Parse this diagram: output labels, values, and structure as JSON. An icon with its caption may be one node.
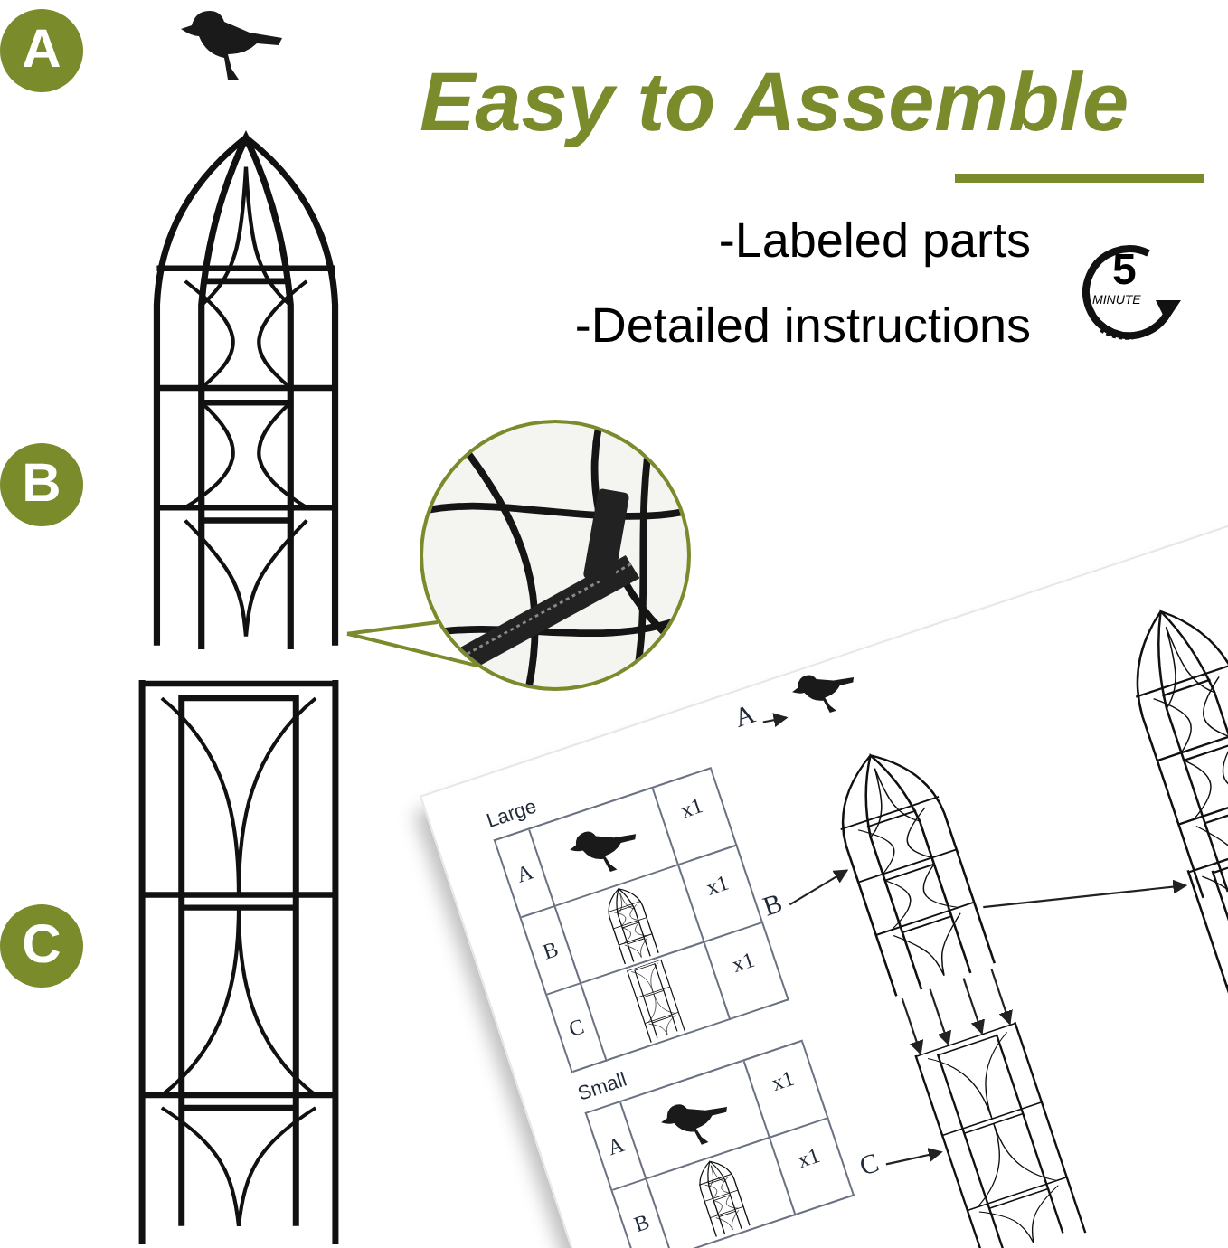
{
  "diagram": {
    "title": "Easy to Assemble",
    "nodes": [
      {
        "text": [
          "A"
        ]
      },
      {
        "text": [
          "B"
        ]
      },
      {
        "text": [
          "C"
        ]
      },
      {
        "text": [],
        "shape": "picture"
      },
      {
        "text": [],
        "shape": "picture"
      },
      {
        "text": [],
        "shape": "picture"
      },
      {
        "text": [],
        "shape": "circle"
      },
      {
        "text": [
          "A"
        ]
      },
      {
        "text": [
          "B"
        ]
      },
      {
        "text": [
          "C"
        ]
      },
      {
        "text": [],
        "shape": "picture"
      },
      {
        "text": [],
        "shape": "picture"
      },
      {
        "text": [],
        "shape": "picture"
      },
      {
        "text": [],
        "shape": "picture"
      }
    ],
    "edges": [
      {
        "from": 6,
        "to": 4,
        "arrow": "none",
        "color": "#7a8b2b"
      },
      {
        "from": 7,
        "to": 10,
        "arrow": "to"
      },
      {
        "from": 8,
        "to": 11,
        "arrow": "to"
      },
      {
        "from": 9,
        "to": 12,
        "arrow": "to"
      },
      {
        "from": 11,
        "to": 12,
        "arrow": "to"
      },
      {
        "from": 11,
        "to": 12,
        "arrow": "to"
      },
      {
        "from": 11,
        "to": 12,
        "arrow": "to"
      },
      {
        "from": 11,
        "to": 12,
        "arrow": "to"
      },
      {
        "from": 11,
        "to": 13,
        "arrow": "to"
      }
    ],
    "labels": [
      "-Labeled parts",
      "-Detailed instructions",
      "5",
      "MINUTE",
      "Large",
      "A",
      "x1",
      "B",
      "x1",
      "C",
      "x1",
      "Small",
      "A",
      "x1",
      "B",
      "x1"
    ]
  }
}
